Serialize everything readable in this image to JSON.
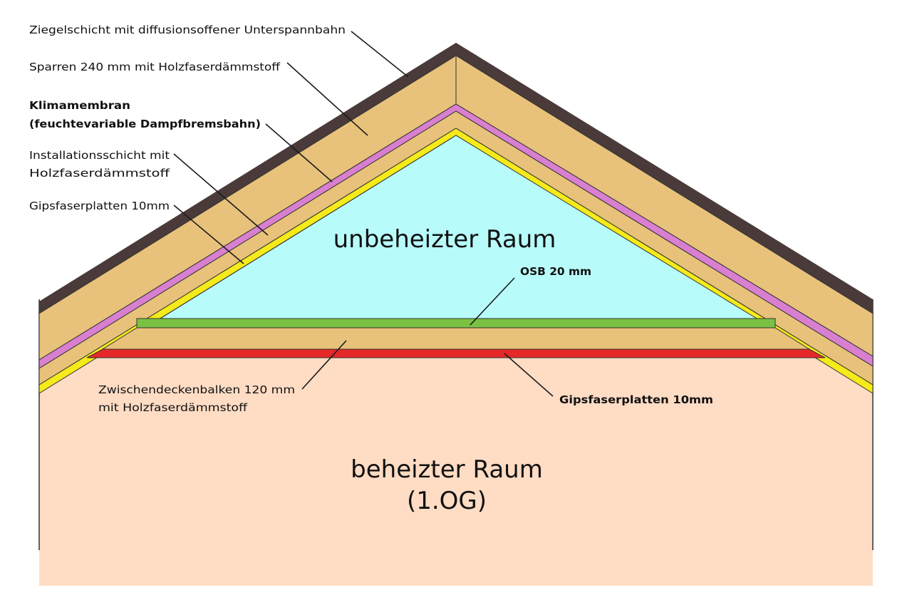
{
  "rooms": {
    "unheated": "unbeheizter Raum",
    "heated_line1": "beheizter Raum",
    "heated_line2": "(1.OG)"
  },
  "layers": {
    "tiles": "Ziegelschicht mit diffusionsoffener Unterspannbahn",
    "rafters": "Sparren 240 mm mit Holzfaserdämmstoff",
    "membrane_line1": "Klimamembran",
    "membrane_line2": "(feuchtevariable Dampfbremsbahn)",
    "installation_line1": "Installationsschicht mit",
    "installation_line2": "Holzfaserdämmstoff",
    "gypsum_roof": "Gipsfaserplatten 10mm",
    "osb": "OSB 20 mm",
    "beams_line1": "Zwischendeckenbalken 120 mm",
    "beams_line2": "mit Holzfaserdämmstoff",
    "gypsum_ceiling": "Gipsfaserplatten 10mm"
  },
  "colors": {
    "tiles": "#4a3a3a",
    "insulation": "#e8c27a",
    "membrane": "#d97fd0",
    "gypsum_roof": "#f5ea1a",
    "unheated_room": "#b8fbfb",
    "osb": "#7ac143",
    "gypsum_ceiling": "#e62828",
    "heated_room": "#ffdcc4"
  }
}
